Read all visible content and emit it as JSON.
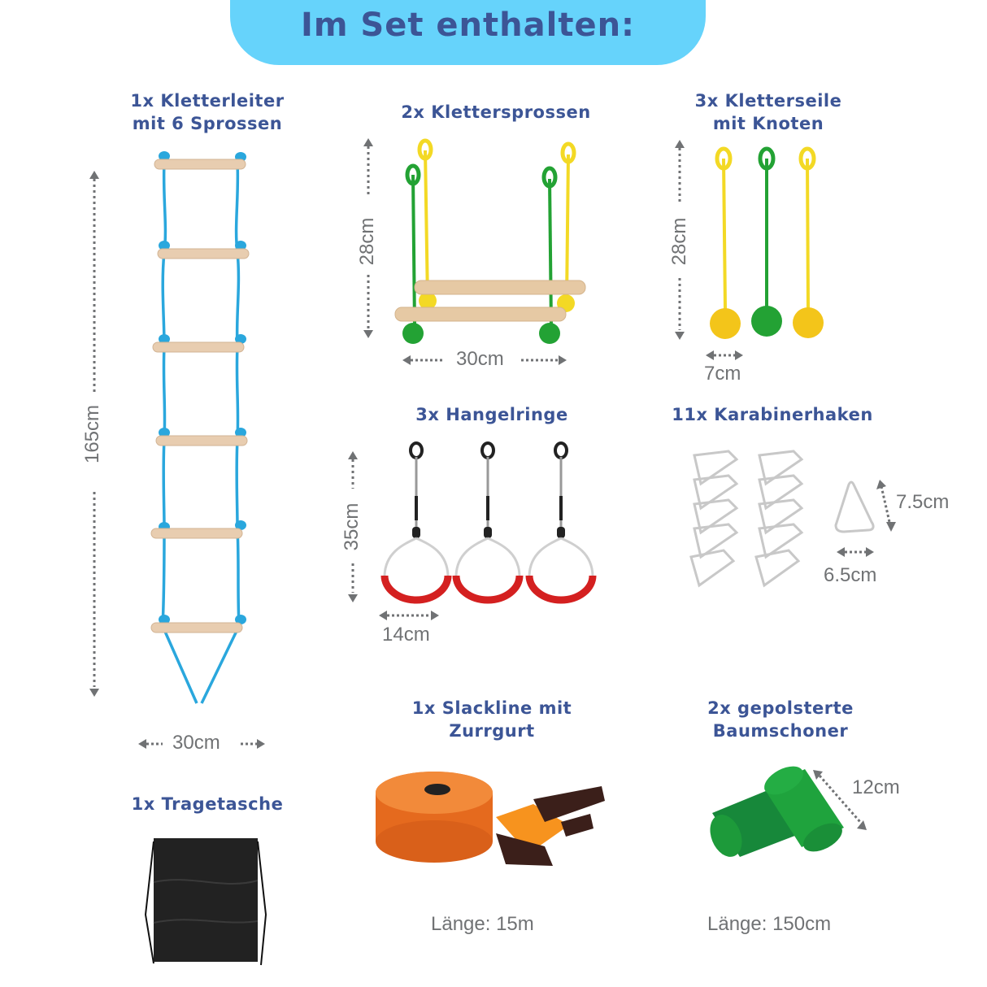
{
  "header": {
    "title": "Im Set enthalten:",
    "banner_color": "#66d3fb",
    "text_color": "#3c5596"
  },
  "items": {
    "ladder": {
      "title_line1": "1x Kletterleiter",
      "title_line2": "mit 6 Sprossen",
      "height": "165cm",
      "width": "30cm",
      "rungs": 6,
      "rope_color": "#2aa7dd",
      "wood_color": "#e8cdb0"
    },
    "rungs": {
      "title": "2x Klettersprossen",
      "height": "28cm",
      "width": "30cm"
    },
    "ropes": {
      "title_line1": "3x Kletterseile",
      "title_line2": "mit Knoten",
      "height": "28cm",
      "width": "7cm"
    },
    "rings": {
      "title": "3x Hangelringe",
      "height": "35cm",
      "width": "14cm",
      "ring_color": "#d42020"
    },
    "carabiners": {
      "title": "11x Karabinerhaken",
      "height": "7.5cm",
      "width": "6.5cm"
    },
    "slackline": {
      "title_line1": "1x Slackline mit",
      "title_line2": "Zurrgurt",
      "length": "Länge: 15m",
      "color": "#f07a2a"
    },
    "tree_protectors": {
      "title_line1": "2x gepolsterte",
      "title_line2": "Baumschoner",
      "size": "12cm",
      "length": "Länge: 150cm",
      "color": "#1d9a3a"
    },
    "bag": {
      "title": "1x Tragetasche",
      "color": "#222222"
    }
  },
  "dimension_color": "#707274"
}
